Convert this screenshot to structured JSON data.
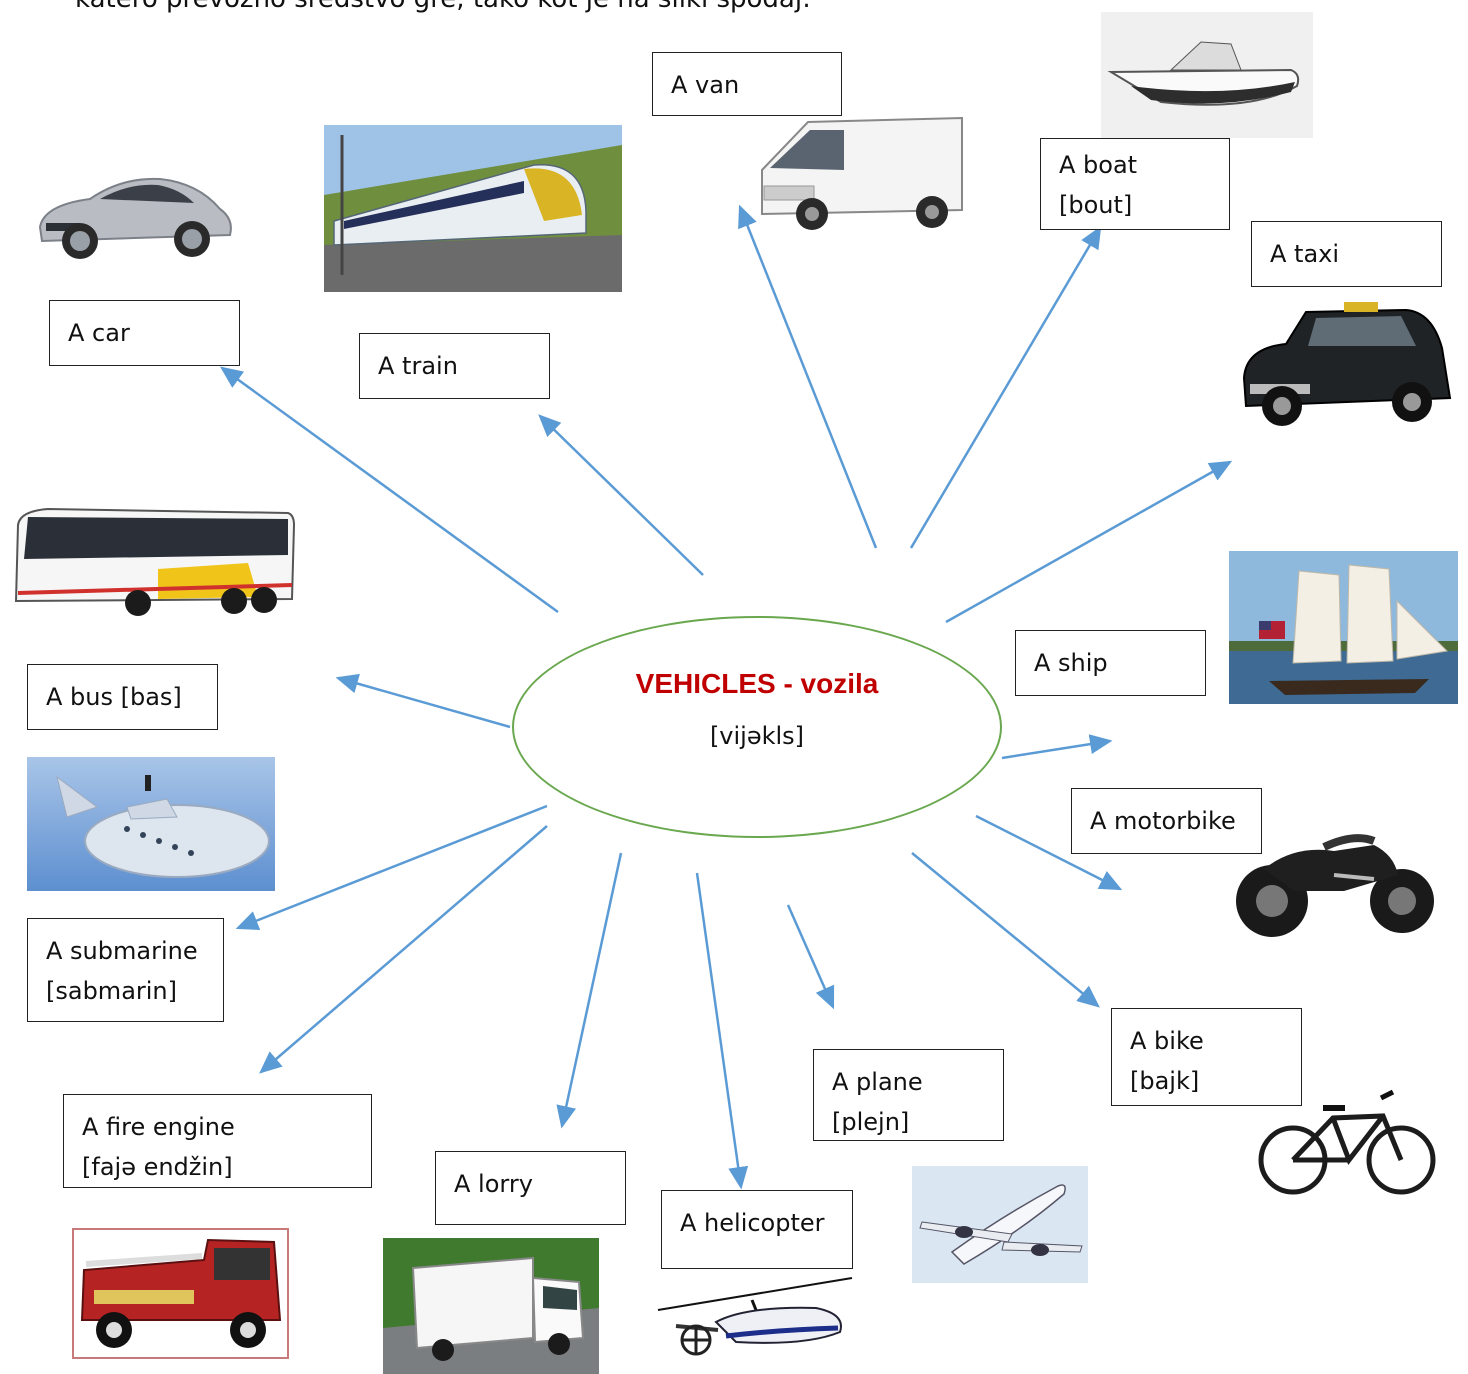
{
  "intro_text": "katero prevozno sredstvo gre, tako kot je na sliki spodaj:",
  "center": {
    "title": "VEHICLES - vozila",
    "pronunciation": "[vijəkls]"
  },
  "labels": {
    "van": [
      "A van"
    ],
    "boat": [
      "A boat",
      "[bout]"
    ],
    "taxi": [
      "A taxi"
    ],
    "car": [
      "A car"
    ],
    "train": [
      "A train"
    ],
    "bus": [
      "A bus [bas]"
    ],
    "ship": [
      "A ship"
    ],
    "motorbike": [
      "A motorbike"
    ],
    "submarine": [
      "A submarine",
      "[sabmarin]"
    ],
    "bike": [
      "A bike",
      "[bajk]"
    ],
    "plane": [
      "A plane",
      "[plejn]"
    ],
    "fire_engine": [
      "A fire engine",
      "[fajə   endžin]"
    ],
    "lorry": [
      "A lorry"
    ],
    "helicopter": [
      "A helicopter"
    ]
  },
  "colors": {
    "arrow": "#5b9bd5",
    "ellipse_border": "#6aa84f",
    "title": "#c00000"
  }
}
